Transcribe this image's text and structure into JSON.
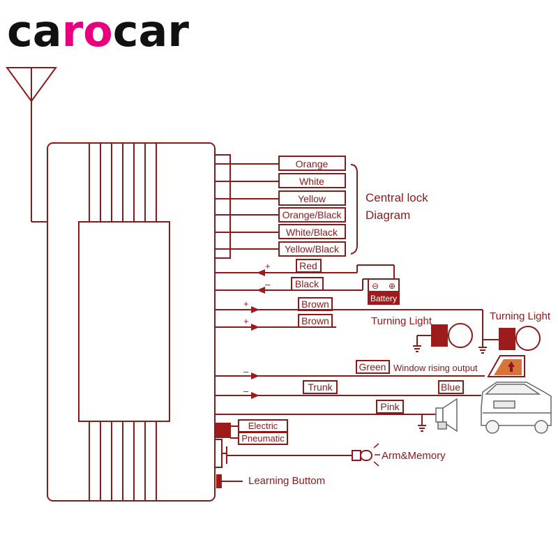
{
  "brand": {
    "logo_part1": "ca",
    "logo_part2": "ro",
    "logo_part3": "car",
    "color_dark": "#111111",
    "color_accent": "#e6007e"
  },
  "colors": {
    "line": "#8a1a1a",
    "fill_dark": "#9e1b1b",
    "fill_orange": "#d9733a"
  },
  "central_lock": {
    "title_line1": "Central lock",
    "title_line2": "Diagram",
    "wires": [
      "Orange",
      "White",
      "Yellow",
      "Orange/Black",
      "White/Black",
      "Yellow/Black"
    ]
  },
  "power": {
    "red_label": "Red",
    "black_label": "Black",
    "plus": "+",
    "minus": "–",
    "battery_label": "Battery",
    "battery_minus": "⊖",
    "battery_plus": "⊕"
  },
  "turning": {
    "wire1": "Brown",
    "wire2": "Brown",
    "plus1": "+",
    "plus2": "+",
    "light1": "Turning Light",
    "light2": "Turning Light"
  },
  "outputs": {
    "green": "Green",
    "window_output": "Window rising output",
    "trunk": "Trunk",
    "blue": "Blue",
    "pink": "Pink",
    "minus1": "–",
    "minus2": "–"
  },
  "bottom": {
    "electric": "Electric",
    "pneumatic": "Pneumatic",
    "arm_memory": "Arm&Memory",
    "learning": "Learning Buttom"
  }
}
